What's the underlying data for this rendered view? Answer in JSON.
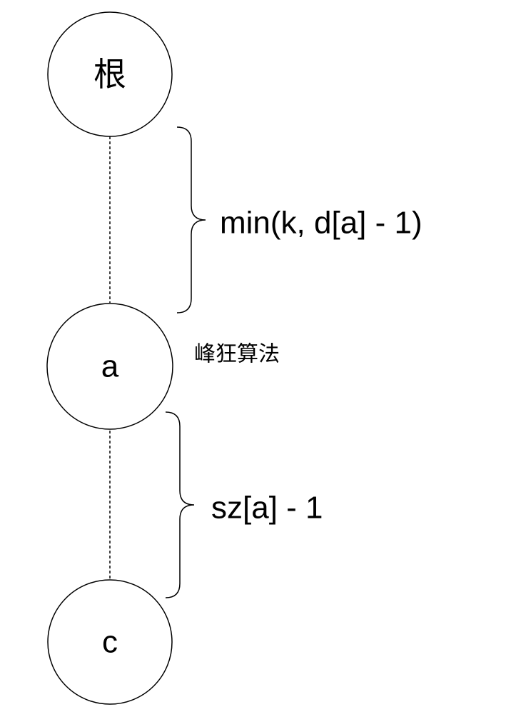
{
  "nodes": {
    "root": {
      "label": "根"
    },
    "a": {
      "label": "a"
    },
    "c": {
      "label": "c"
    }
  },
  "braces": {
    "root_to_a": {
      "label": "min(k, d[a] - 1)"
    },
    "a_to_c": {
      "label": "sz[a] - 1"
    }
  },
  "watermark": "峰狂算法"
}
